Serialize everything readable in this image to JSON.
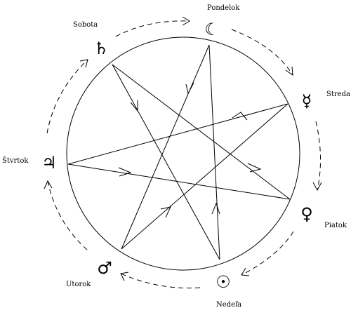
{
  "planets": [
    {
      "id": "saturn",
      "label": "Sobota",
      "symbol": "♄"
    },
    {
      "id": "moon",
      "label": "Pondelok",
      "symbol": "☾"
    },
    {
      "id": "mercury",
      "label": "Streda",
      "symbol": "☿"
    },
    {
      "id": "venus",
      "label": "Piatok",
      "symbol": "♀"
    },
    {
      "id": "sun",
      "label": "Nedeľa",
      "symbol": "☉"
    },
    {
      "id": "mars",
      "label": "Utorok",
      "symbol": "♂"
    },
    {
      "id": "jupiter",
      "label": "Štvrtok",
      "symbol": "♃"
    }
  ],
  "colors": {
    "ink": "#000000",
    "background": "#ffffff"
  }
}
